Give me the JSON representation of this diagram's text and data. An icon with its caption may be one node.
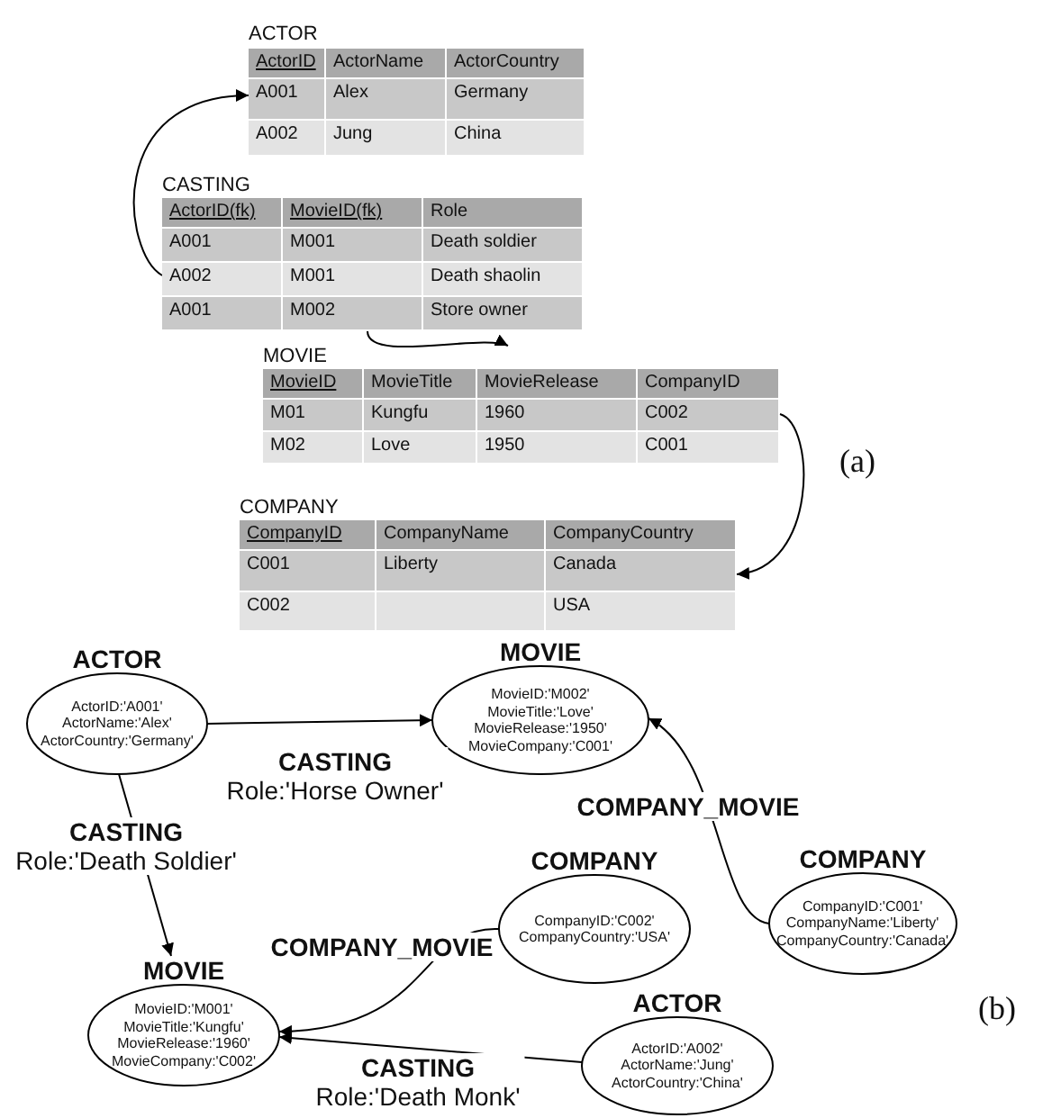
{
  "diagram": {
    "nodes": [
      {
        "text": [
          "ACTOR",
          "ActorID",
          "ActorName",
          "ActorCountry",
          "A001",
          "Alex",
          "Germany",
          "A002",
          "Jung",
          "China"
        ]
      },
      {
        "text": [
          "CASTING",
          "ActorID(fk)",
          "MovieID(fk)",
          "Role",
          "A001",
          "M001",
          "Death soldier",
          "A002",
          "M001",
          "Death shaolin",
          "A001",
          "M002",
          "Store owner"
        ]
      },
      {
        "text": [
          "MOVIE",
          "MovieID",
          "MovieTitle",
          "MovieRelease",
          "CompanyID",
          "M01",
          "Kungfu",
          "1960",
          "C002",
          "M02",
          "Love",
          "1950",
          "C001"
        ]
      },
      {
        "text": [
          "COMPANY",
          "CompanyID",
          "CompanyName",
          "CompanyCountry",
          "C001",
          "Liberty",
          "Canada",
          "C002",
          "USA"
        ]
      },
      {
        "text": [
          "ACTOR",
          "ActorID:'A001' ActorName:'Alex' ActorCountry:'Germany'"
        ]
      },
      {
        "text": [
          "MOVIE",
          "MovieID:'M002' MovieTitle:'Love' MovieRelease:'1950' MovieCompany:'C001'"
        ]
      },
      {
        "text": [
          "COMPANY",
          "CompanyID:'C001' CompanyName:'Liberty' CompanyCountry:'Canada'"
        ]
      },
      {
        "text": [
          "COMPANY",
          "CompanyID:'C002' CompanyCountry:'USA'"
        ]
      },
      {
        "text": [
          "MOVIE",
          "MovieID:'M001' MovieTitle:'Kungfu' MovieRelease:'1960' MovieCompany:'C002'"
        ]
      },
      {
        "text": [
          "ACTOR",
          "ActorID:'A002' ActorName:'Jung' ActorCountry:'China'"
        ]
      }
    ],
    "edges": [
      {
        "from": 1,
        "to": 0,
        "arrow": "to"
      },
      {
        "from": 1,
        "to": 2,
        "arrow": "to"
      },
      {
        "from": 2,
        "to": 3,
        "arrow": "to"
      },
      {
        "from": 4,
        "to": 5,
        "arrow": "to",
        "label": "**CASTING** Role:'Horse Owner'"
      },
      {
        "from": 4,
        "to": 8,
        "arrow": "to",
        "label": "**CASTING** Role:'Death Soldier'"
      },
      {
        "from": 6,
        "to": 5,
        "arrow": "to",
        "label": "COMPANY_MOVIE"
      },
      {
        "from": 7,
        "to": 8,
        "arrow": "to",
        "label": "COMPANY_MOVIE"
      },
      {
        "from": 9,
        "to": 8,
        "arrow": "to",
        "label": "**CASTING** Role:'Death Monk'"
      }
    ],
    "labels": [
      "(a)",
      "(b)"
    ]
  }
}
